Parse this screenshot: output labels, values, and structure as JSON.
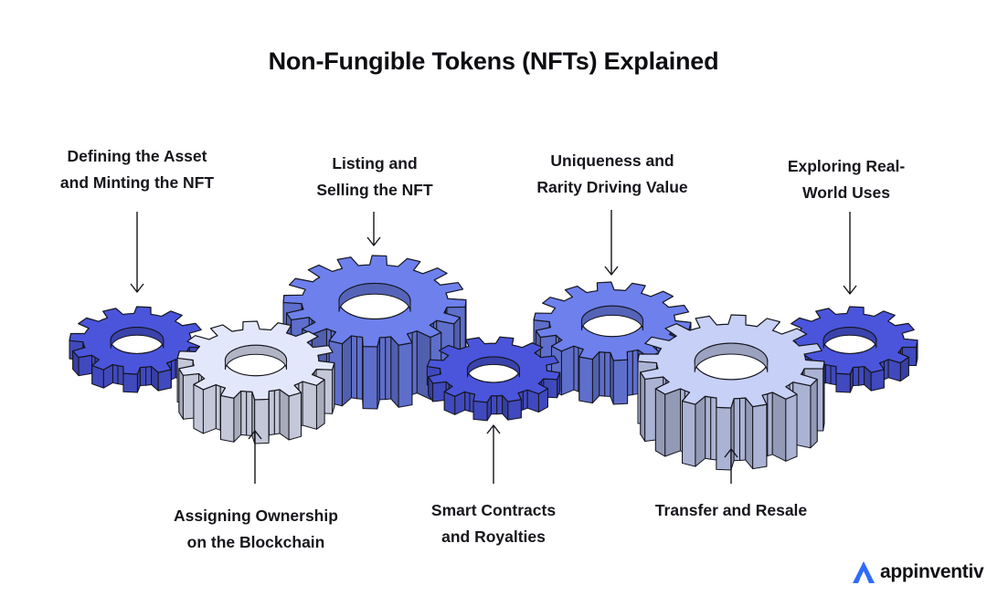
{
  "title": "Non-Fungible Tokens (NFTs) Explained",
  "steps": [
    {
      "line1": "Defining the Asset",
      "line2": "and Minting the NFT"
    },
    {
      "line1": "Assigning Ownership",
      "line2": "on the Blockchain"
    },
    {
      "line1": "Listing and",
      "line2": "Selling the NFT"
    },
    {
      "line1": "Smart Contracts",
      "line2": "and Royalties"
    },
    {
      "line1": "Uniqueness and",
      "line2": "Rarity Driving Value"
    },
    {
      "line1": "Transfer and Resale",
      "line2": ""
    },
    {
      "line1": "Exploring Real-",
      "line2": "World Uses"
    }
  ],
  "brand": {
    "name": "appinventiv",
    "logo_icon": "appinventiv-logo-icon"
  },
  "colors": {
    "dark_gear": "#4a55dc",
    "medium_gear": "#6d80ec",
    "light_gear": "#e3e7fb",
    "pale_gear": "#c7d0f6",
    "outline": "#15151c",
    "text": "#16161c"
  }
}
